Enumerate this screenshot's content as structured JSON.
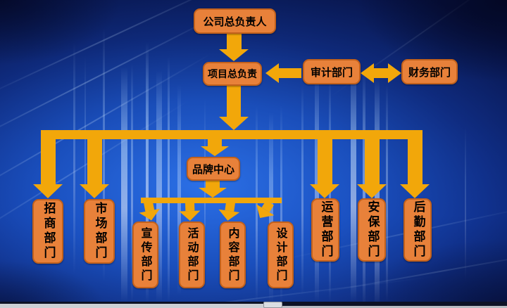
{
  "diagram": {
    "type": "org-chart",
    "nodes": {
      "company_head": "公司总负责人",
      "project_head": "项目总负责",
      "audit_dept": "审计部门",
      "finance_dept": "财务部门",
      "brand_center": "品牌中心",
      "left_depts": [
        "招商部门",
        "市场部门"
      ],
      "brand_depts": [
        "宣传部门",
        "活动部门",
        "内容部门",
        "设计部门"
      ],
      "right_depts": [
        "运营部门",
        "安保部门",
        "后勤部门"
      ]
    },
    "edges": [
      "公司总负责人 → 项目总负责",
      "审计部门 → 项目总负责",
      "审计部门 ↔ 财务部门",
      "项目总负责 → 招商部门",
      "项目总负责 → 市场部门",
      "项目总负责 → 品牌中心",
      "项目总负责 → 运营部门",
      "项目总负责 → 安保部门",
      "项目总负责 → 后勤部门",
      "品牌中心 → 宣传部门",
      "品牌中心 → 活动部门",
      "品牌中心 → 内容部门",
      "品牌中心 → 设计部门"
    ],
    "colors": {
      "node_fill": "#e8813a",
      "node_border": "#c2611c",
      "connector": "#f2a70a",
      "node_text": "#000000",
      "background": "#10338f"
    }
  }
}
